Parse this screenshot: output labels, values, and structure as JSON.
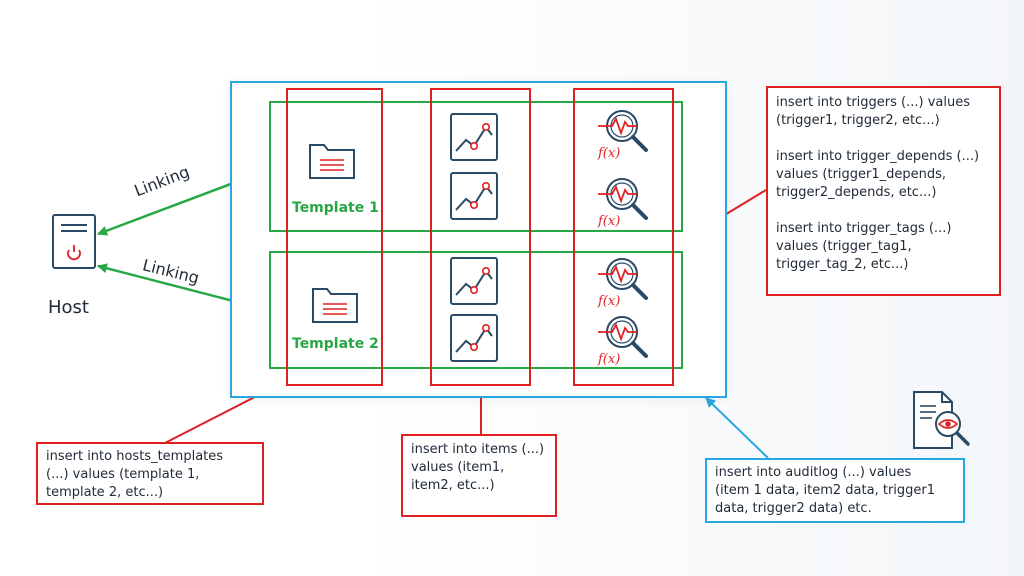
{
  "host": {
    "label": "Host"
  },
  "linking": {
    "label1": "Linking",
    "label2": "Linking"
  },
  "templates": [
    {
      "label": "Template 1"
    },
    {
      "label": "Template 2"
    }
  ],
  "notes": {
    "hosts_templates": "insert into hosts_templates\n(...) values (template 1,\ntemplate 2, etc...)",
    "items": "insert into items (...)\nvalues (item1,\nitem2, etc...)",
    "triggers": "insert into triggers (...) values\n(trigger1, trigger2, etc...)\n\ninsert into trigger_depends (...)\nvalues (trigger1_depends,\ntrigger2_depends, etc...)\n\ninsert into trigger_tags (...)\nvalues (trigger_tag1,\ntrigger_tag_2, etc...)",
    "auditlog": "insert into auditlog (...) values\n(item 1 data, item2 data, trigger1\ndata, trigger2 data) etc."
  },
  "colors": {
    "red": "#e02020",
    "green": "#26a845",
    "blue": "#2aa6df",
    "navy": "#2b4a66"
  },
  "icons": [
    "server-icon",
    "folder-icon",
    "graph-icon",
    "trigger-function-icon",
    "audit-document-icon"
  ]
}
